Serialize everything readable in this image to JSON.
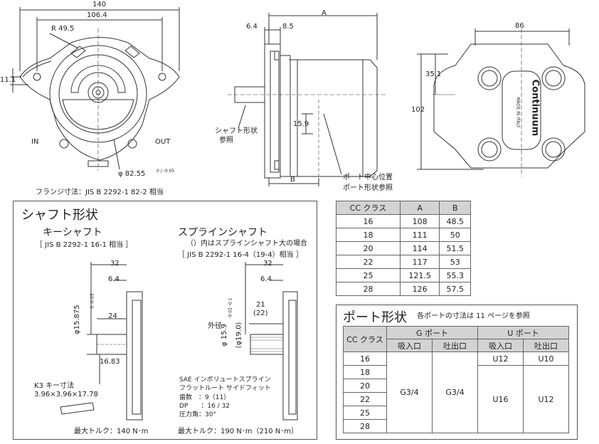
{
  "front": {
    "w140": "140",
    "w106": "106.4",
    "r495": "R 49.5",
    "d111": "11.1",
    "in_label": "IN",
    "out_label": "OUT",
    "dia": "φ 82.55",
    "tol": "0 / -0.05",
    "flange_note": "フランジ寸法：JIS B 2292-1 82-2 相当"
  },
  "side": {
    "a": "A",
    "b": "B",
    "d64": "6.4",
    "d85": "8.5",
    "d159": "15.9",
    "shaft_note1": "シャフト形状",
    "shaft_note2": "参照",
    "port_note1": "ポート中心位置",
    "port_note2": "ポート形状参照"
  },
  "back": {
    "w86": "86",
    "h102": "102",
    "d351": "35.1",
    "brand": "Continuum",
    "made": "MADE IN ITALY"
  },
  "shaft": {
    "title": "シャフト形状",
    "key_title": "キーシャフト",
    "key_std": "［ JIS B 2292-1 16-1 相当 ］",
    "key_d32": "32",
    "key_d64": "6.4",
    "key_d24": "24",
    "key_dia": "φ15.875",
    "key_tol": "0 -0.03",
    "key_d1683": "16.83",
    "key_k3": "K3 キー寸法",
    "key_k3dim": "3.96×3.96×17.78",
    "key_torque": "最大トルク：140 N･m",
    "spl_title": "スプラインシャフト",
    "spl_note": "（）内はスプラインシャフト大の場合",
    "spl_std": "［ JIS B 2292-1 16-4（19-4）相当 ］",
    "spl_d32": "32",
    "spl_d64": "6.4",
    "spl_d21": "21",
    "spl_d22": "(22)",
    "spl_outer": "外径",
    "spl_dia1": "φ 15.9",
    "spl_tol1": "-0.02 -0.1",
    "spl_dia2": "(φ19.0)",
    "spl_sae1": "SAE インボリュートスプライン",
    "spl_sae2": "フラットルート サイドフィット",
    "spl_teeth": "歯数　：9（11）",
    "spl_dp": "DP　　：16 / 32",
    "spl_pa": "圧力角：30°",
    "spl_torque": "最大トルク：190 N･m（210 N･m）"
  },
  "dim_table": {
    "headers": [
      "CC クラス",
      "A",
      "B"
    ],
    "rows": [
      [
        "16",
        "108",
        "48.5"
      ],
      [
        "18",
        "111",
        "50"
      ],
      [
        "20",
        "114",
        "51.5"
      ],
      [
        "22",
        "117",
        "53"
      ],
      [
        "25",
        "121.5",
        "55.3"
      ],
      [
        "28",
        "126",
        "57.5"
      ]
    ]
  },
  "port_table": {
    "title": "ポート形状",
    "note": "各ポートの寸法は 11 ページを参照",
    "cc": "CC クラス",
    "g_port": "G ポート",
    "u_port": "U ポート",
    "suction": "吸入口",
    "discharge": "吐出口",
    "classes": [
      "16",
      "18",
      "20",
      "22",
      "25",
      "28"
    ],
    "g_suction": "G3/4",
    "g_discharge": "G3/4",
    "u16_suction": "U12",
    "u16_discharge": "U10",
    "u_suction": "U16",
    "u_discharge": "U12"
  }
}
